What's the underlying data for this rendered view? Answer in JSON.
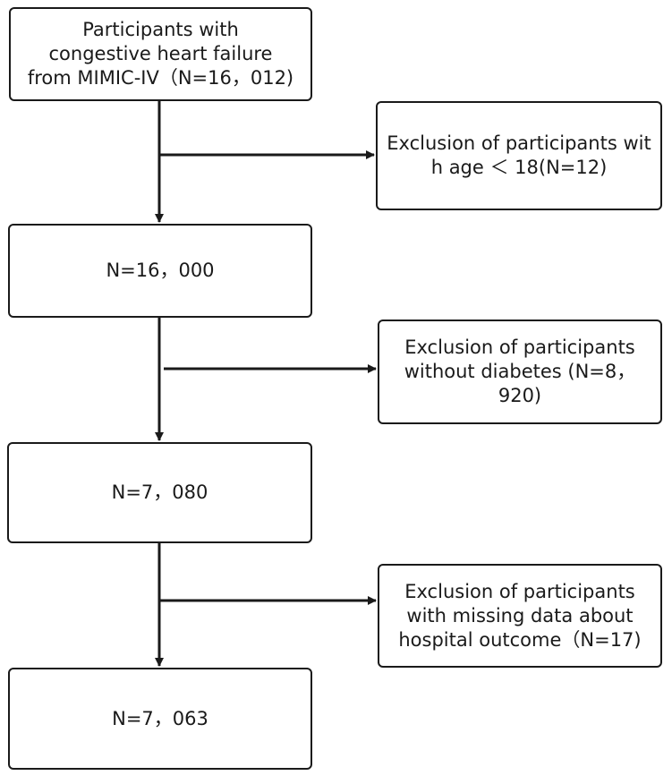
{
  "flowchart": {
    "start_box": "Participants with\ncongestive heart failure\nfrom MIMIC-IV（N=16，012)",
    "step1_box": "N=16，000",
    "step2_box": "N=7，080",
    "final_box": "N=7，063",
    "exclusion1_box": "Exclusion of participants wit\nh age ＜ 18(N=12)",
    "exclusion2_box": "Exclusion of participants\nwithout diabetes (N=8，\n920)",
    "exclusion3_box": "Exclusion of participants\nwith missing data about\nhospital outcome（N=17)"
  },
  "colors": {
    "line": "#1a1a1a",
    "box_border": "#1a1a1a",
    "background": "#ffffff"
  }
}
